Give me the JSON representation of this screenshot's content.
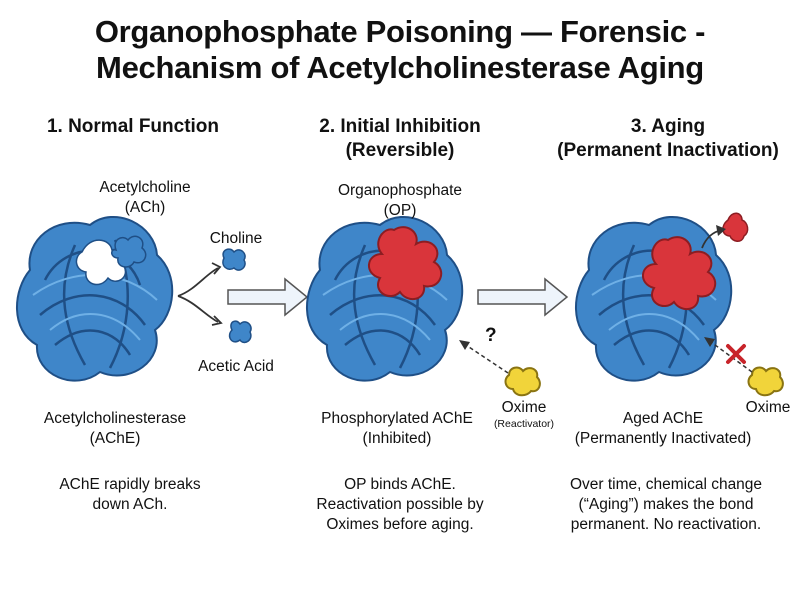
{
  "title": {
    "line1": "Organophosphate Poisoning — Forensic -",
    "line2": "Mechanism of Acetylcholinesterase Aging"
  },
  "panels": [
    {
      "heading_line1": "1. Normal Function",
      "heading_line2": "",
      "substrate_label_line1": "Acetylcholine",
      "substrate_label_line2": "(ACh)",
      "product_1": "Choline",
      "product_2": "Acetic Acid",
      "enzyme_label_line1": "Acetylcholinesterase",
      "enzyme_label_line2": "(AChE)",
      "description": [
        "AChE rapidly breaks",
        "down ACh."
      ]
    },
    {
      "heading_line1": "2. Initial Inhibition",
      "heading_line2": "(Reversible)",
      "inhibitor_label_line1": "Organophosphate",
      "inhibitor_label_line2": "(OP)",
      "question_mark": "?",
      "reactivator_label": "Oxime",
      "reactivator_sublabel": "(Reactivator)",
      "enzyme_label_line1": "Phosphorylated AChE",
      "enzyme_label_line2": "(Inhibited)",
      "description": [
        "OP binds AChE.",
        "Reactivation possible by",
        "Oximes before aging."
      ]
    },
    {
      "heading_line1": "3. Aging",
      "heading_line2": "(Permanent Inactivation)",
      "reactivator_label": "Oxime",
      "enzyme_label_line1": "Aged AChE",
      "enzyme_label_line2": "(Permanently Inactivated)",
      "description": [
        "Over time, chemical change",
        "(“Aging”) makes the bond",
        "permanent. No reactivation."
      ]
    }
  ],
  "colors": {
    "enzyme": "#3f86c9",
    "enzyme_outline": "#1f4f86",
    "inhibitor": "#d9353b",
    "inhibitor_outline": "#8c1d22",
    "oxime": "#f1d43a",
    "oxime_outline": "#8a7412",
    "block_x": "#c8242a"
  },
  "icons": [
    "enzyme-blob",
    "acetylcholine-molecule",
    "organophosphate-molecule",
    "oxime-molecule",
    "block-x-icon",
    "process-arrow"
  ]
}
